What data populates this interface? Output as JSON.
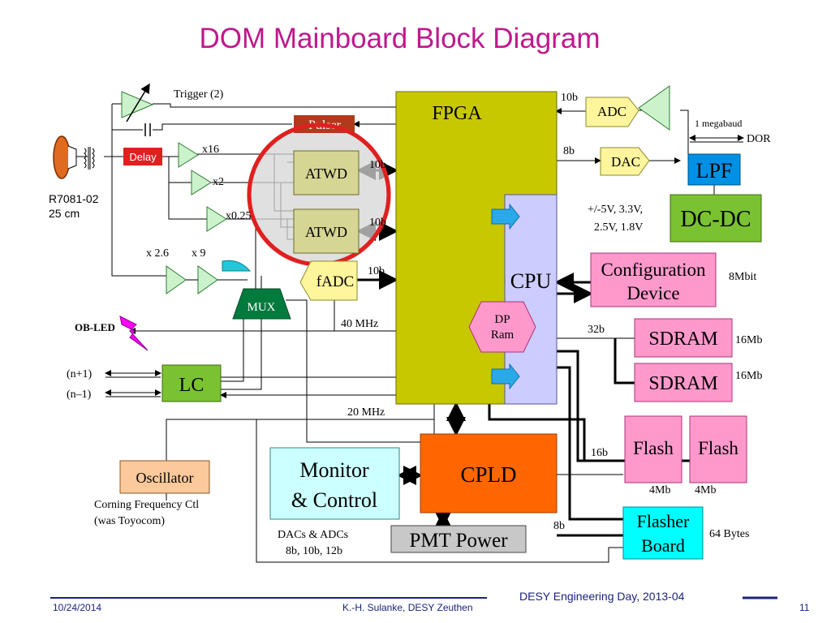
{
  "slide": {
    "title": "DOM Mainboard Block Diagram"
  },
  "blocks": {
    "fpga": "FPGA",
    "cpu": "CPU",
    "dp_ram_1": "DP",
    "dp_ram_2": "Ram",
    "atwd_top": "ATWD",
    "atwd_bottom": "ATWD",
    "fadc": "fADC",
    "mux": "MUX",
    "lc": "LC",
    "adc": "ADC",
    "dac": "DAC",
    "lpf": "LPF",
    "dcdc": "DC-DC",
    "config_1": "Configuration",
    "config_2": "Device",
    "sdram_top": "SDRAM",
    "sdram_bottom": "SDRAM",
    "flash_left": "Flash",
    "flash_right": "Flash",
    "flasher_1": "Flasher",
    "flasher_2": "Board",
    "cpld": "CPLD",
    "monitor_1": "Monitor",
    "monitor_2": "& Control",
    "pmt_power": "PMT Power",
    "oscillator": "Oscillator",
    "delay": "Delay",
    "pulser": "Pulser"
  },
  "labels": {
    "trigger": "Trigger  (2)",
    "pmt_1": "R7081-02",
    "pmt_2": "25 cm",
    "gain_x16": "x16",
    "gain_x2": "x2",
    "gain_x025": "x0.25",
    "gain_x26": "x 2.6",
    "gain_x9": "x 9",
    "bus_10b_adc": "10b",
    "bus_8b_dac": "8b",
    "bus_10b_atwd1": "10b",
    "bus_10b_atwd2": "10b",
    "bus_10b_fadc": "10b",
    "baud": "1 megabaud",
    "dor": "DOR",
    "voltages_1": "+/-5V, 3.3V,",
    "voltages_2": "2.5V, 1.8V",
    "config_size": "8Mbit",
    "bus_32b": "32b",
    "sdram_size_1": "16Mb",
    "sdram_size_2": "16Mb",
    "freq_40": "40 MHz",
    "freq_20": "20 MHz",
    "ob_led": "OB-LED",
    "n_plus": "(n+1)",
    "n_minus": "(n–1)",
    "bus_16b": "16b",
    "flash_size_1": "4Mb",
    "flash_size_2": "4Mb",
    "flasher_bytes": "64 Bytes",
    "bus_8b_flasher": "8b",
    "osc_note_1": "Corning Frequency Ctl",
    "osc_note_2": "(was Toyocom)",
    "dacs_adcs_1": "DACs & ADCs",
    "dacs_adcs_2": "8b, 10b, 12b"
  },
  "footer": {
    "date": "10/24/2014",
    "author": "K.-H. Sulanke, DESY Zeuthen",
    "event": "DESY Engineering Day, 2013-04",
    "page": "11"
  },
  "colors": {
    "title": "#c0188c",
    "fpga": "#c8c800",
    "cpu": "#ccccff",
    "atwd": "#d6d694",
    "amplifier": "#ccf2cc",
    "mux": "#007a3d",
    "lc": "#7ac232",
    "adc_dac": "#fff59d",
    "lpf": "#0091e6",
    "dcdc": "#7ac232",
    "pink_blocks": "#ff99cc",
    "cpld": "#ff6600",
    "monitor": "#ccffff",
    "pmt_power": "#c8c8c8",
    "oscillator": "#fbc99a",
    "delay": "#e02020",
    "pulser": "#b03a1a",
    "flasher": "#00ffff",
    "highlight_circle": "#e02020",
    "ob_led": "#ff00ff"
  }
}
